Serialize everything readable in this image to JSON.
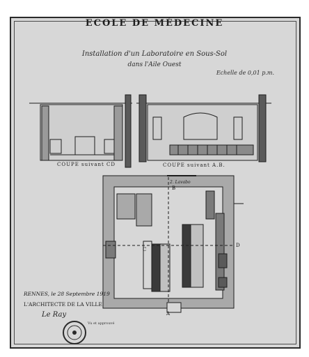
{
  "drawing": {
    "title": "ECOLE DE MÉDECINE",
    "subtitle": "Installation d'un Laboratoire en Sous-Sol",
    "subtitle_line2": "dans l'Aile Ouest",
    "scale": "Echelle de 0,01 p.m.",
    "section_cd_caption": "COUPE suivant CD",
    "section_ab_caption": "COUPE suivant A.B.",
    "place_date": "RENNES, le 28 Septembre 1919",
    "architect": "L'ARCHITECTE DE LA VILLE",
    "signature": "Le Ray",
    "approval_note": "Vu et approuvé"
  },
  "plan_labels": {
    "top_label": "2. Lavabo",
    "point_a": "A",
    "point_b": "B",
    "point_c": "C",
    "point_d": "D"
  },
  "colors": {
    "paper": "#d7d7d7",
    "ink": "#1e1e1e",
    "wall_fill": "#a9a9a9",
    "dark_fill": "#3a3a3a"
  },
  "icons": {
    "stamp": "municipal-seal-icon"
  }
}
